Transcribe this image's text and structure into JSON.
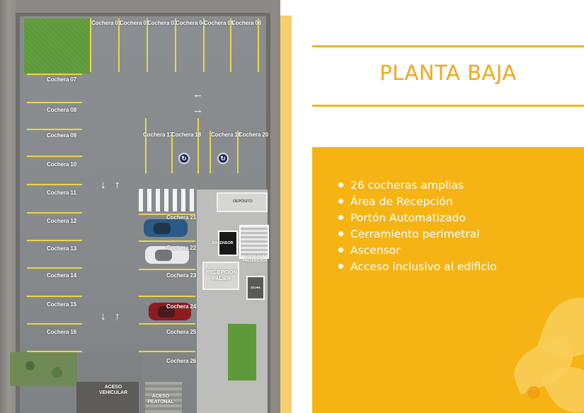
{
  "plan": {
    "spots": [
      "Cochera 01",
      "Cochera 02",
      "Cochera 03",
      "Cochera 04",
      "Cochera 05",
      "Cochera 06",
      "Cochera 07",
      "Cochera 08",
      "Cochera 09",
      "Cochera 10",
      "Cochera 11",
      "Cochera 12",
      "Cochera 13",
      "Cochera 14",
      "Cochera 15",
      "Cochera 16",
      "Cochera 17",
      "Cochera 18",
      "Cochera 19",
      "Cochera 20",
      "Cochera 21",
      "Cochera 22",
      "Cochera 23",
      "Cochera 24",
      "Cochera 25",
      "Cochera 26"
    ],
    "rooms": {
      "deposito": "DEPÓSITO",
      "ascensor": "ASCENSOR",
      "escalera": "ESCALERA PRESURIZADA",
      "recepcion": "RECEPCION PALIER",
      "sshh": "SS.HH."
    },
    "accesses": {
      "vehicular": "ACESO VEHICULAR",
      "peatonal": "ACESO PEATONAL"
    },
    "arrows": {
      "left": "←",
      "right": "→",
      "down": "↓",
      "up": "↑"
    },
    "sign": "↻"
  },
  "panel": {
    "title": "PLANTA BAJA",
    "features": [
      "26 cocheras amplias",
      "Área de Recepción",
      "Portón Automatizado",
      "Cerramiento perimetral",
      "Ascensor",
      "Acceso inclusivo al edificio"
    ],
    "colors": {
      "accent": "#f5b414",
      "title": "#f0a81b",
      "parking_line": "#e8d64a",
      "grass": "#5f9a3a"
    }
  }
}
